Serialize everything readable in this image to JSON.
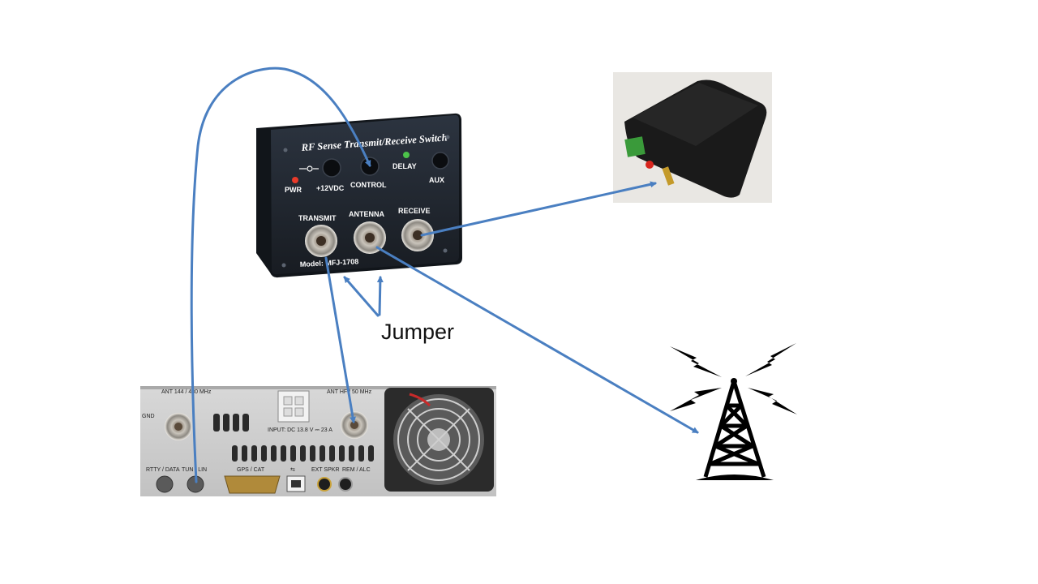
{
  "switch_box": {
    "title": "RF Sense Transmit/Receive Switch",
    "labels": {
      "pwr": "PWR",
      "power": "+12VDC",
      "control": "CONTROL",
      "delay": "DELAY",
      "aux": "AUX",
      "transmit": "TRANSMIT",
      "antenna": "ANTENNA",
      "receive": "RECEIVE",
      "model": "Model: MFJ-1708"
    }
  },
  "radio_panel": {
    "labels": {
      "ant_vhf": "ANT 144 / 430 MHz",
      "ant_hf": "ANT HF / 50 MHz",
      "gnd": "GND",
      "input": "INPUT: DC 13.8 V ⎓ 23 A",
      "rtty": "RTTY / DATA",
      "tun_lin": "TUN / LIN",
      "gps": "GPS / CAT",
      "usb": "⇆",
      "ext_spkr": "EXT SPKR",
      "rem_alc": "REM / ALC"
    }
  },
  "annotation": {
    "jumper": "Jumper"
  },
  "colors": {
    "arrow": "#4a7fc1",
    "box": "#1d232c"
  }
}
